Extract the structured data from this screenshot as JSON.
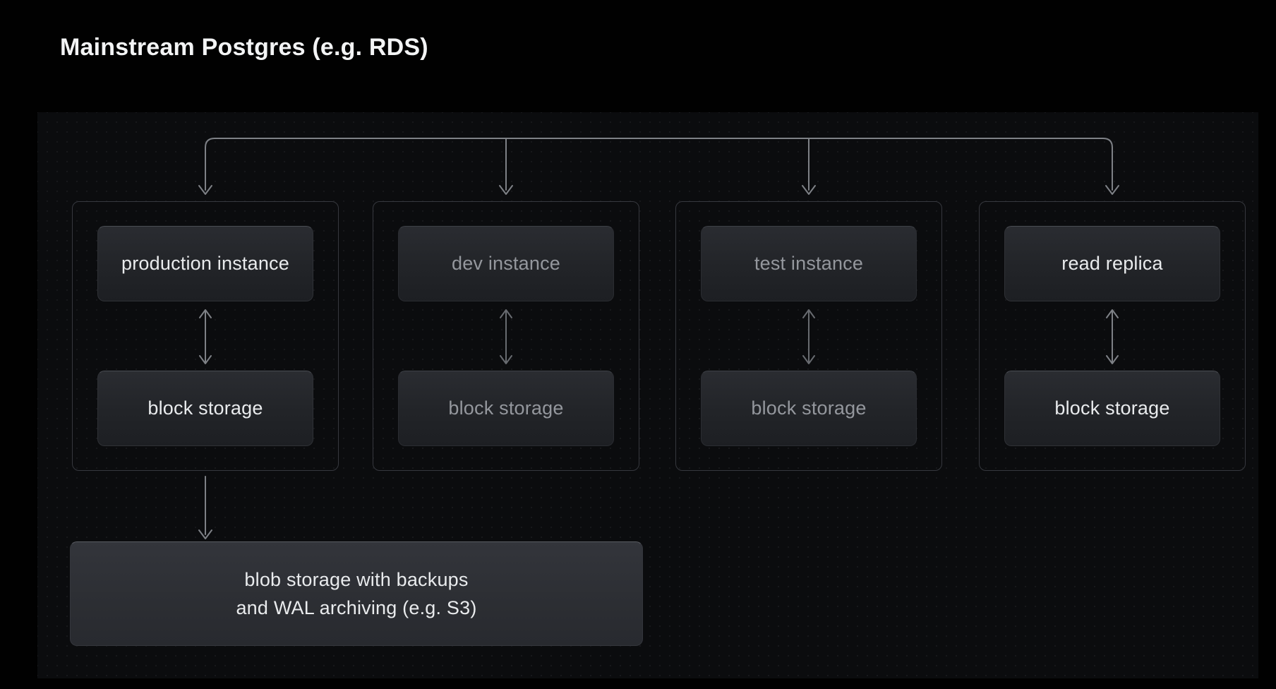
{
  "title": "Mainstream Postgres (e.g. RDS)",
  "colors": {
    "background": "#000000",
    "panel_background": "#0b0c0e",
    "node_background": "#222428",
    "blob_background": "#2f3137",
    "container_border": "#36383e",
    "connector_line": "#7e8186",
    "text_bright": "#e9ebed",
    "text_dim": "#94979d",
    "title_text": "#f3f4f5"
  },
  "columns": [
    {
      "id": "production",
      "instance_label": "production instance",
      "storage_label": "block storage",
      "dimmed": false
    },
    {
      "id": "dev",
      "instance_label": "dev instance",
      "storage_label": "block storage",
      "dimmed": true
    },
    {
      "id": "test",
      "instance_label": "test instance",
      "storage_label": "block storage",
      "dimmed": true
    },
    {
      "id": "replica",
      "instance_label": "read replica",
      "storage_label": "block storage",
      "dimmed": false
    }
  ],
  "blob": {
    "line1": "blob storage with backups",
    "line2": "and WAL archiving (e.g. S3)"
  }
}
